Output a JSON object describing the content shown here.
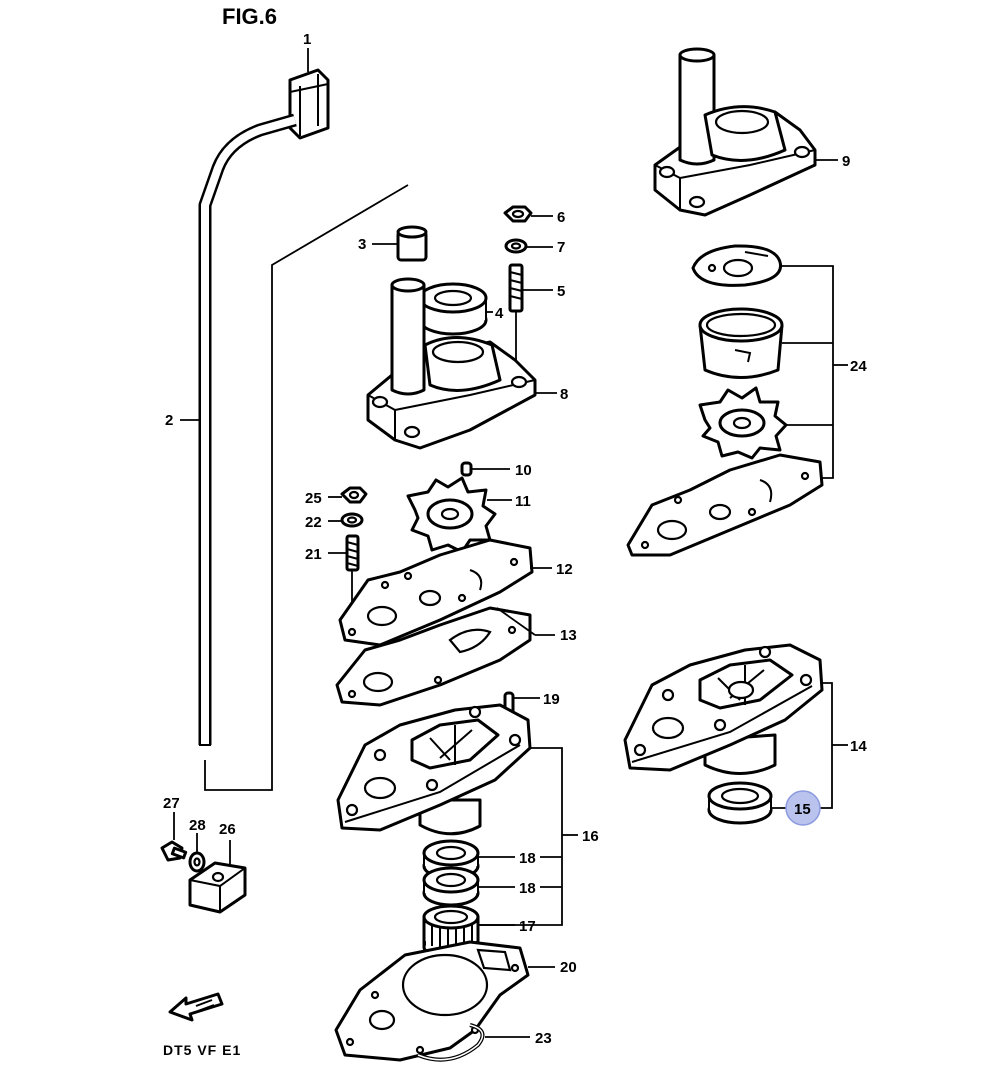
{
  "figure": {
    "title": "FIG.6",
    "model_code": "DT5  VF  E1",
    "highlighted_part": "15"
  },
  "callouts": {
    "p1": "1",
    "p2": "2",
    "p3": "3",
    "p4": "4",
    "p5": "5",
    "p6": "6",
    "p7": "7",
    "p8": "8",
    "p9": "9",
    "p10": "10",
    "p11": "11",
    "p12": "12",
    "p13": "13",
    "p14": "14",
    "p15": "15",
    "p16": "16",
    "p17": "17",
    "p18a": "18",
    "p18b": "18",
    "p19": "19",
    "p20": "20",
    "p21": "21",
    "p22": "22",
    "p23": "23",
    "p24": "24",
    "p25": "25",
    "p26": "26",
    "p27": "27",
    "p28": "28"
  },
  "colors": {
    "line": "#000000",
    "background": "#ffffff",
    "highlight": "#b9c3ee"
  }
}
